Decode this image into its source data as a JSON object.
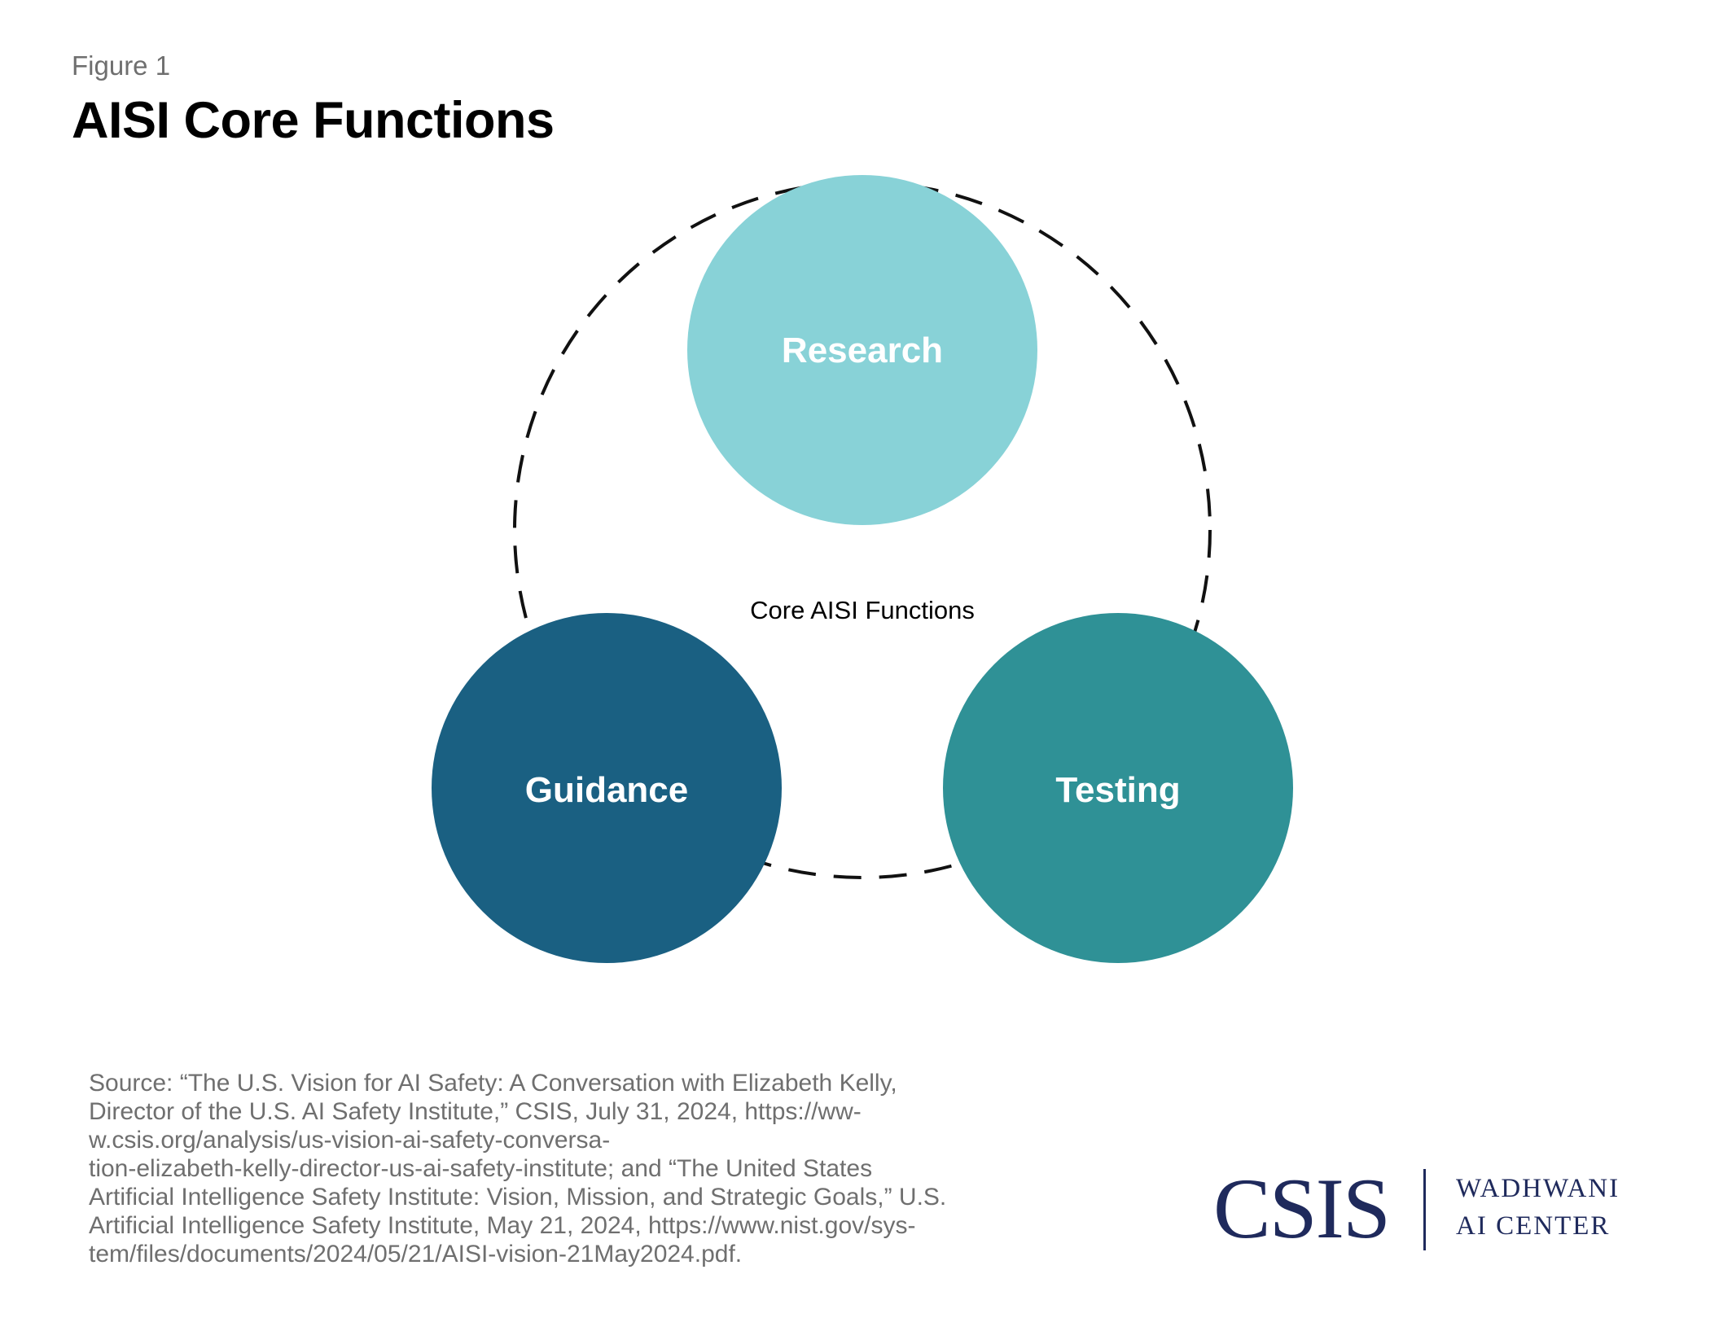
{
  "header": {
    "figure_label": "Figure 1",
    "title": "AISI Core Functions"
  },
  "diagram": {
    "center_label": "Core AISI Functions",
    "nodes": [
      {
        "label": "Research",
        "color": "#88d2d7"
      },
      {
        "label": "Guidance",
        "color": "#1a6082"
      },
      {
        "label": "Testing",
        "color": "#2f9196"
      }
    ],
    "connector_style": "dashed",
    "connector_color": "#111111"
  },
  "source": {
    "text": "Source: “The U.S. Vision for AI Safety: A Conversation with Elizabeth Kelly,\nDirector of the U.S. AI Safety Institute,” CSIS, July 31, 2024, https://ww-\nw.csis.org/analysis/us-vision-ai-safety-conversa-\ntion-elizabeth-kelly-director-us-ai-safety-institute; and “The United States\nArtificial Intelligence Safety Institute: Vision, Mission, and Strategic Goals,” U.S.\nArtificial Intelligence Safety Institute, May 21, 2024, https://www.nist.gov/sys-\ntem/files/documents/2024/05/21/AISI-vision-21May2024.pdf."
  },
  "logo": {
    "org": "CSIS",
    "line1": "WADHWANI",
    "line2": "AI CENTER",
    "color": "#1f2a5c"
  }
}
